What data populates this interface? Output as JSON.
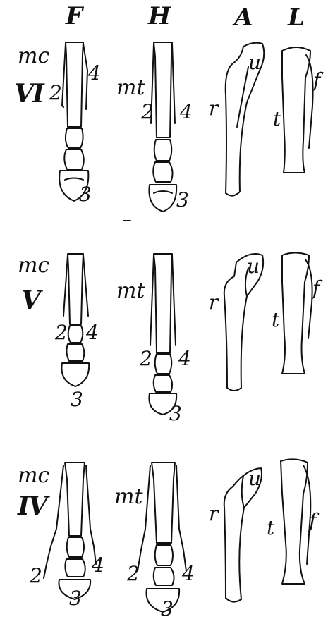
{
  "columns": [
    "F",
    "H",
    "A",
    "L"
  ],
  "rows": [
    {
      "numeral": "VI",
      "fore_abbr": "mc",
      "hind_abbr": "mt",
      "fore_digits": [
        "2",
        "4",
        "3"
      ],
      "hind_digits": [
        "2",
        "4",
        "3"
      ],
      "arm_labels": [
        "r",
        "u"
      ],
      "leg_labels": [
        "t",
        "f"
      ]
    },
    {
      "numeral": "V",
      "fore_abbr": "mc",
      "hind_abbr": "mt",
      "fore_digits": [
        "2",
        "4",
        "3"
      ],
      "hind_digits": [
        "2",
        "4",
        "3"
      ],
      "arm_labels": [
        "r",
        "u"
      ],
      "leg_labels": [
        "t",
        "f"
      ]
    },
    {
      "numeral": "IV",
      "fore_abbr": "mc",
      "hind_abbr": "mt",
      "fore_digits": [
        "2",
        "4",
        "3"
      ],
      "hind_digits": [
        "2",
        "4",
        "3"
      ],
      "arm_labels": [
        "r",
        "u"
      ],
      "leg_labels": [
        "t",
        "f"
      ]
    }
  ]
}
